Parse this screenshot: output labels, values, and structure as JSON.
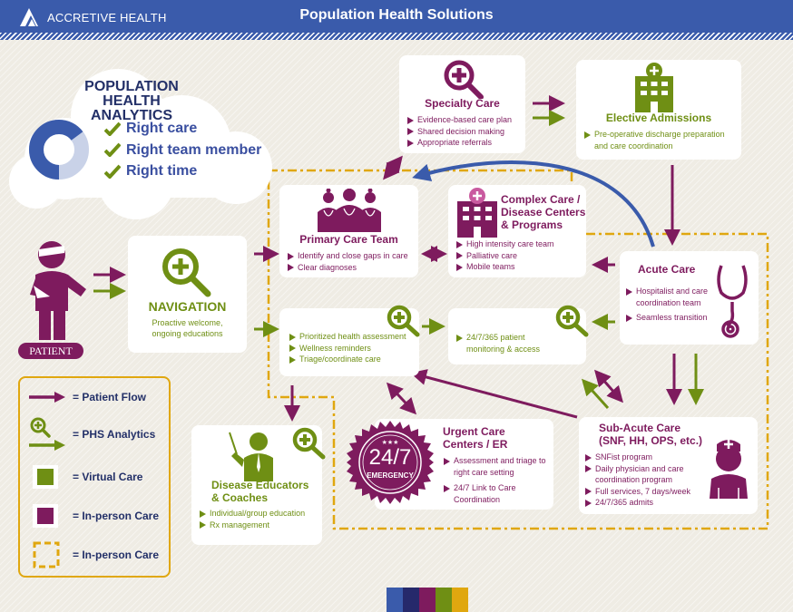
{
  "header": {
    "brand": "ACCRETIVE HEALTH",
    "title": "Population Health Solutions",
    "color": "#3a5bab"
  },
  "analytics_cloud": {
    "title_line1": "POPULATION",
    "title_line2": "HEALTH ANALYTICS",
    "items": [
      "Right care",
      "Right team member",
      "Right time"
    ],
    "donut_colors": [
      "#3a5bab",
      "#c9d2e8"
    ]
  },
  "patient": {
    "label": "PATIENT"
  },
  "navigation": {
    "title": "NAVIGATION",
    "description": "Proactive welcome, ongoing educations"
  },
  "specialty_care": {
    "title": "Specialty Care",
    "bullets": [
      "Evidence-based care plan",
      "Shared decision making",
      "Appropriate referrals"
    ]
  },
  "elective_admissions": {
    "title": "Elective Admissions",
    "bullets": [
      "Pre-operative discharge preparation and care coordination"
    ]
  },
  "primary_care": {
    "title": "Primary Care Team",
    "bullets": [
      "Identify and close gaps in care",
      "Clear diagnoses"
    ]
  },
  "complex_care": {
    "title_line1": "Complex Care /",
    "title_line2": "Disease Centers",
    "title_line3": "& Programs",
    "bullets": [
      "High intensity care team",
      "Palliative care",
      "Mobile teams"
    ]
  },
  "acute_care": {
    "title": "Acute Care",
    "bullets": [
      "Hospitalist and care coordination team",
      "Seamless transition"
    ]
  },
  "virtual_assessment": {
    "bullets": [
      "Prioritized health assessment",
      "Wellness reminders",
      "Triage/coordinate care"
    ]
  },
  "virtual_monitoring": {
    "bullets": [
      "24/7/365 patient monitoring & access"
    ]
  },
  "urgent_care": {
    "badge_stars": "★★★",
    "badge_main": "24/7",
    "badge_sub": "EMERGENCY",
    "title_line1": "Urgent Care",
    "title_line2": "Centers / ER",
    "bullets": [
      "Assessment and triage to right care setting",
      "24/7 Link to Care Coordination"
    ]
  },
  "sub_acute": {
    "title_line1": "Sub-Acute Care",
    "title_line2": "(SNF, HH, OPS, etc.)",
    "bullets": [
      "SNFist program",
      "Daily physician and care coordination program",
      "Full services, 7 days/week",
      "24/7/365 admits"
    ]
  },
  "disease_educators": {
    "title_line1": "Disease Educators",
    "title_line2": "& Coaches",
    "bullets": [
      "Individual/group education",
      "Rx management"
    ]
  },
  "legend": {
    "items": [
      {
        "symbol": "purple-arrow",
        "label": "= Patient Flow"
      },
      {
        "symbol": "green-magnifier-arrow",
        "label": "= PHS Analytics"
      },
      {
        "symbol": "green-square",
        "label": "= Virtual Care"
      },
      {
        "symbol": "purple-square",
        "label": "= In-person Care"
      },
      {
        "symbol": "dashed-gold-square",
        "label": "= In-person Care"
      }
    ]
  },
  "colors": {
    "purple": "#7e1b5e",
    "green": "#6f8f14",
    "blue": "#3a5bab",
    "navy": "#233068",
    "gold": "#e0a70f",
    "background": "#efece4"
  },
  "palette": [
    "#3a5bab",
    "#26296b",
    "#7e1b5e",
    "#6f8f14",
    "#e0a70f"
  ]
}
